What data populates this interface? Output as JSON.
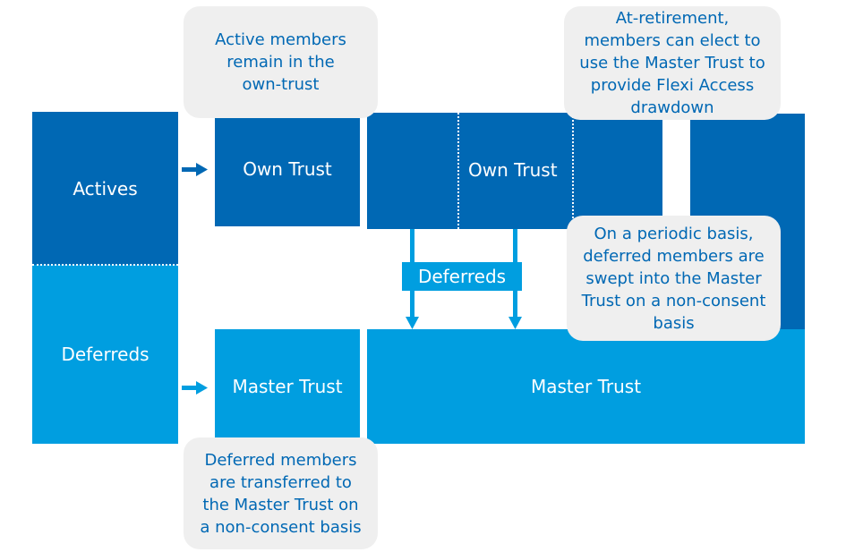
{
  "left": {
    "actives_label": "Actives",
    "deferreds_label": "Deferreds"
  },
  "middle": {
    "own_trust_label": "Own Trust",
    "master_trust_label": "Master Trust"
  },
  "right": {
    "own_trust_label": "Own Trust",
    "master_trust_label": "Master Trust",
    "deferreds_tag": "Deferreds"
  },
  "callouts": {
    "active_members": "Active members\nremain in the\nown-trust",
    "at_retirement": "At-retirement,\nmembers can elect to\nuse the Master Trust to\nprovide Flexi Access\ndrawdown",
    "periodic_basis": "On a periodic basis,\ndeferred members are\nswept into the Master\nTrust on a non-consent\nbasis",
    "deferred_transferred": "Deferred members\nare transferred to\nthe Master Trust on\na non-consent basis"
  },
  "colors": {
    "dark_blue": "#0068b4",
    "light_blue": "#009ee0",
    "callout_bg": "#efefef"
  }
}
